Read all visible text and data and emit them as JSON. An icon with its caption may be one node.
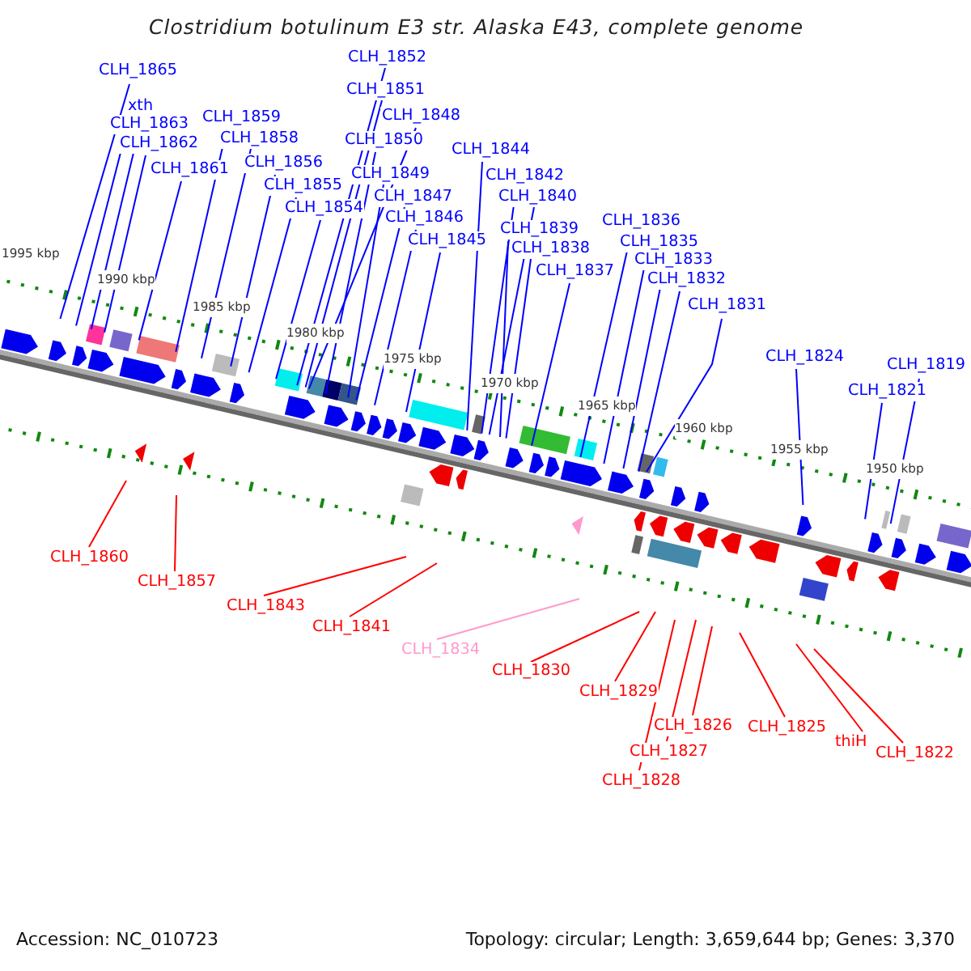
{
  "diagram": {
    "title": "Clostridium botulinum E3 str. Alaska E43, complete genome",
    "nodes": [
      {
        "text": [
          "CLH_1865"
        ]
      },
      {
        "text": [
          "xth"
        ]
      },
      {
        "text": [
          "CLH_1863"
        ]
      },
      {
        "text": [
          "CLH_1862"
        ]
      },
      {
        "text": [
          "CLH_1861"
        ]
      },
      {
        "text": [
          "CLH_1859"
        ]
      },
      {
        "text": [
          "CLH_1858"
        ]
      },
      {
        "text": [
          "CLH_1856"
        ]
      },
      {
        "text": [
          "CLH_1855"
        ]
      },
      {
        "text": [
          "CLH_1854"
        ]
      },
      {
        "text": [
          "CLH_1852"
        ]
      },
      {
        "text": [
          "CLH_1851"
        ]
      },
      {
        "text": [
          "CLH_1848"
        ]
      },
      {
        "text": [
          "CLH_1850"
        ]
      },
      {
        "text": [
          "CLH_1849"
        ]
      },
      {
        "text": [
          "CLH_1847"
        ]
      },
      {
        "text": [
          "CLH_1846"
        ]
      },
      {
        "text": [
          "CLH_1845"
        ]
      },
      {
        "text": [
          "CLH_1844"
        ]
      },
      {
        "text": [
          "CLH_1842"
        ]
      },
      {
        "text": [
          "CLH_1840"
        ]
      },
      {
        "text": [
          "CLH_1839"
        ]
      },
      {
        "text": [
          "CLH_1838"
        ]
      },
      {
        "text": [
          "CLH_1837"
        ]
      },
      {
        "text": [
          "CLH_1836"
        ]
      },
      {
        "text": [
          "CLH_1835"
        ]
      },
      {
        "text": [
          "CLH_1833"
        ]
      },
      {
        "text": [
          "CLH_1832"
        ]
      },
      {
        "text": [
          "CLH_1831"
        ]
      },
      {
        "text": [
          "CLH_1824"
        ]
      },
      {
        "text": [
          "CLH_1821"
        ]
      },
      {
        "text": [
          "CLH_1819"
        ]
      },
      {
        "text": [
          "CLH_1860"
        ]
      },
      {
        "text": [
          "CLH_1857"
        ]
      },
      {
        "text": [
          "CLH_1843"
        ]
      },
      {
        "text": [
          "CLH_1841"
        ]
      },
      {
        "text": [
          "CLH_1834"
        ]
      },
      {
        "text": [
          "CLH_1830"
        ]
      },
      {
        "text": [
          "CLH_1829"
        ]
      },
      {
        "text": [
          "CLH_1826"
        ]
      },
      {
        "text": [
          "CLH_1827"
        ]
      },
      {
        "text": [
          "CLH_1828"
        ]
      },
      {
        "text": [
          "CLH_1825"
        ]
      },
      {
        "text": [
          "thiH"
        ]
      },
      {
        "text": [
          "CLH_1822"
        ]
      }
    ],
    "edges": [
      {
        "from": 0,
        "to": null,
        "arrow": "none"
      },
      {
        "from": 1,
        "to": null,
        "arrow": "none"
      },
      {
        "from": 2,
        "to": null,
        "arrow": "none"
      },
      {
        "from": 3,
        "to": null,
        "arrow": "none"
      },
      {
        "from": 4,
        "to": null,
        "arrow": "none"
      },
      {
        "from": 5,
        "to": null,
        "arrow": "none"
      },
      {
        "from": 6,
        "to": null,
        "arrow": "none"
      },
      {
        "from": 7,
        "to": null,
        "arrow": "none"
      },
      {
        "from": 8,
        "to": null,
        "arrow": "none"
      },
      {
        "from": 9,
        "to": null,
        "arrow": "none"
      },
      {
        "from": 10,
        "to": null,
        "arrow": "none"
      },
      {
        "from": 11,
        "to": null,
        "arrow": "none"
      },
      {
        "from": 12,
        "to": null,
        "arrow": "none"
      },
      {
        "from": 13,
        "to": null,
        "arrow": "none"
      },
      {
        "from": 14,
        "to": null,
        "arrow": "none"
      },
      {
        "from": 15,
        "to": null,
        "arrow": "none"
      },
      {
        "from": 16,
        "to": null,
        "arrow": "none"
      },
      {
        "from": 17,
        "to": null,
        "arrow": "none"
      },
      {
        "from": 18,
        "to": null,
        "arrow": "none"
      },
      {
        "from": 19,
        "to": null,
        "arrow": "none"
      },
      {
        "from": 20,
        "to": null,
        "arrow": "none"
      },
      {
        "from": 21,
        "to": null,
        "arrow": "none"
      },
      {
        "from": 22,
        "to": null,
        "arrow": "none"
      },
      {
        "from": 23,
        "to": null,
        "arrow": "none"
      },
      {
        "from": 24,
        "to": null,
        "arrow": "none"
      },
      {
        "from": 25,
        "to": null,
        "arrow": "none"
      },
      {
        "from": 26,
        "to": null,
        "arrow": "none"
      },
      {
        "from": 27,
        "to": null,
        "arrow": "none"
      },
      {
        "from": 28,
        "to": null,
        "arrow": "none"
      },
      {
        "from": 29,
        "to": null,
        "arrow": "none"
      },
      {
        "from": 30,
        "to": null,
        "arrow": "none"
      },
      {
        "from": 31,
        "to": null,
        "arrow": "none"
      },
      {
        "from": 32,
        "to": null,
        "arrow": "none",
        "color": "#ff0000"
      },
      {
        "from": 33,
        "to": null,
        "arrow": "none",
        "color": "#ff0000"
      },
      {
        "from": 34,
        "to": null,
        "arrow": "none",
        "color": "#ff0000"
      },
      {
        "from": 35,
        "to": null,
        "arrow": "none",
        "color": "#ff0000"
      },
      {
        "from": 36,
        "to": null,
        "arrow": "none",
        "color": "#ff99cc"
      },
      {
        "from": 37,
        "to": null,
        "arrow": "none",
        "color": "#ff0000"
      },
      {
        "from": 38,
        "to": null,
        "arrow": "none",
        "color": "#ff0000"
      },
      {
        "from": 39,
        "to": null,
        "arrow": "none",
        "color": "#ff0000"
      },
      {
        "from": 40,
        "to": null,
        "arrow": "none",
        "color": "#ff0000"
      },
      {
        "from": 41,
        "to": null,
        "arrow": "none",
        "color": "#ff0000"
      },
      {
        "from": 42,
        "to": null,
        "arrow": "none",
        "color": "#ff0000"
      },
      {
        "from": 43,
        "to": null,
        "arrow": "none",
        "color": "#ff0000"
      },
      {
        "from": 44,
        "to": null,
        "arrow": "none",
        "color": "#ff0000"
      }
    ],
    "labels": [
      "1995 kbp",
      "1990 kbp",
      "1985 kbp",
      "1980 kbp",
      "1975 kbp",
      "1970 kbp",
      "1965 kbp",
      "1960 kbp",
      "1955 kbp",
      "1950 kbp",
      "Accession: NC_010723",
      "Topology: circular; Length: 3,659,644 bp; Genes: 3,370"
    ]
  }
}
